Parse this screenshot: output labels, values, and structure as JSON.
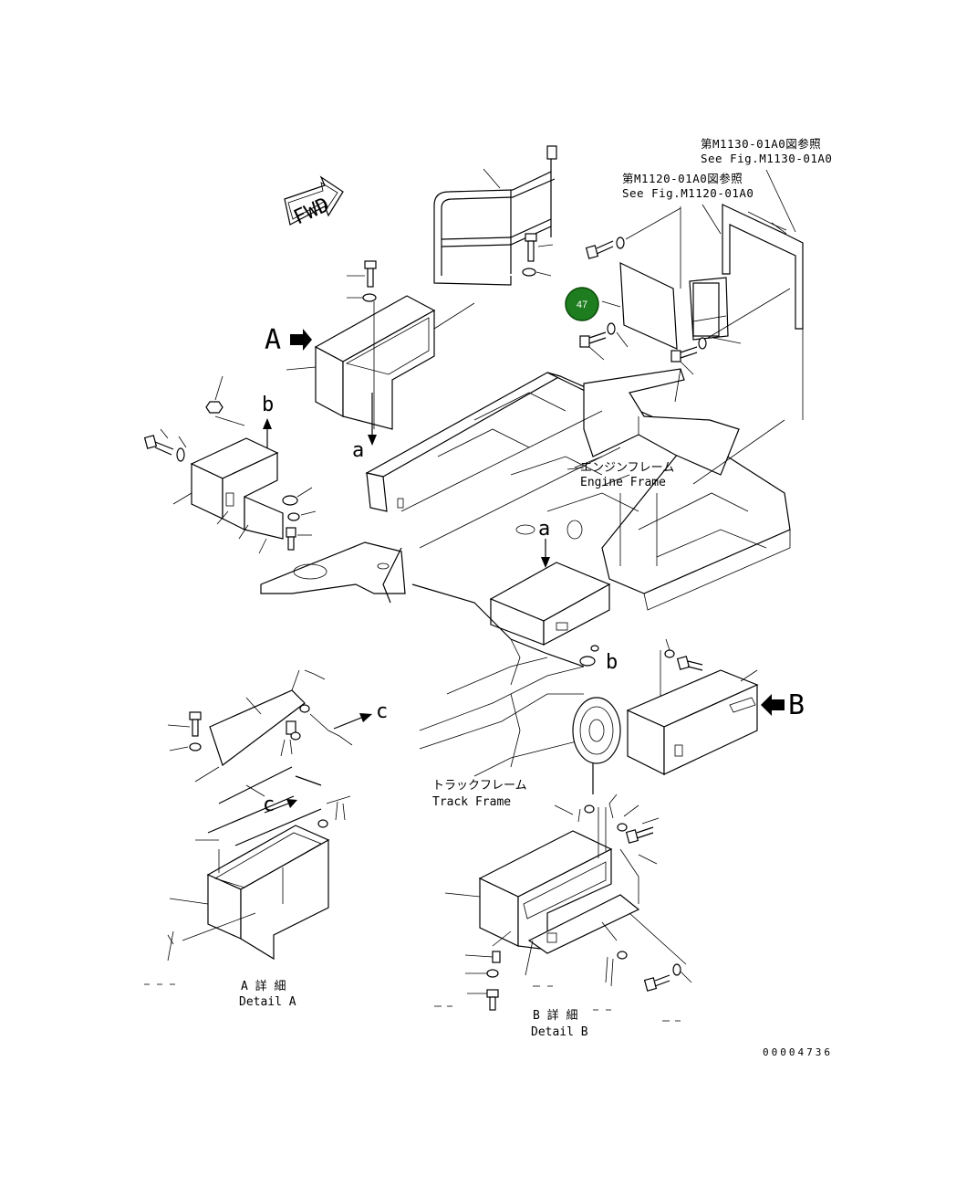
{
  "reference_notes": {
    "m1130_jp": "第M1130-01A0図参照",
    "m1130_en": "See Fig.M1130-01A0",
    "m1120_jp": "第M1120-01A0図参照",
    "m1120_en": "See Fig.M1120-01A0"
  },
  "labels": {
    "fwd": "FWD",
    "view_a": "A",
    "view_b": "B",
    "arrow_a_upper": "a",
    "arrow_a_lower": "a",
    "arrow_b_upper": "b",
    "arrow_b_lower": "b",
    "arrow_c_right": "c",
    "arrow_c_lower": "c",
    "engine_frame_jp": "エンジンフレーム",
    "engine_frame_en": "Engine Frame",
    "track_frame_jp": "トラックフレーム",
    "track_frame_en": "Track Frame",
    "detail_a_jp": "A 詳 細",
    "detail_a_en": "Detail A",
    "detail_b_jp": "B 詳 細",
    "detail_b_en": "Detail B",
    "drawing_number": "00004736"
  },
  "callout": {
    "number": "47",
    "color": "#1e7d1e"
  }
}
